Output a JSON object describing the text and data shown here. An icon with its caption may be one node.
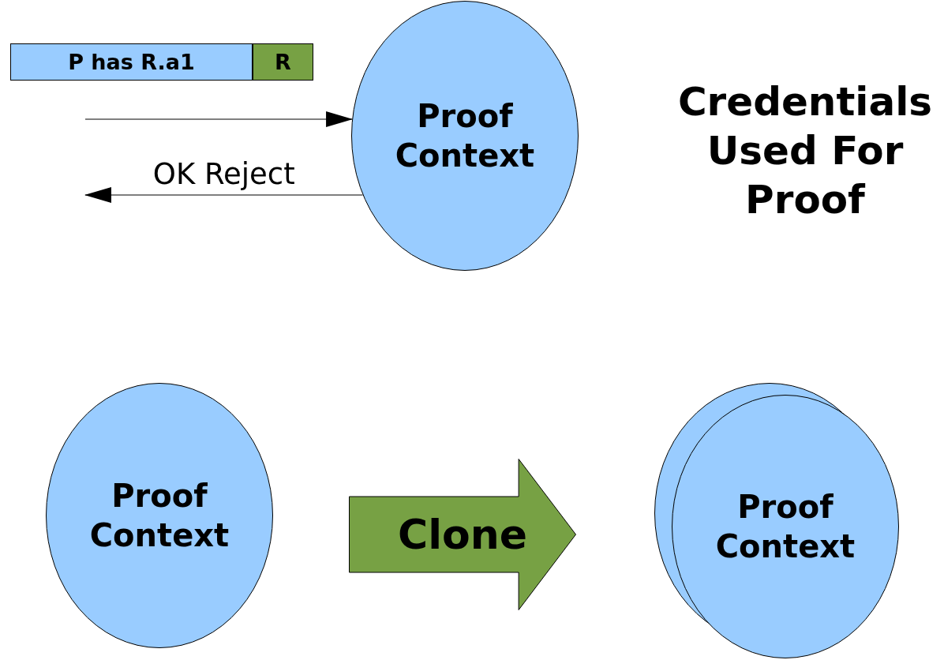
{
  "diagram": {
    "title": "Credentials Used For Proof",
    "nodes": [
      {
        "text": [
          "P has R.a1"
        ]
      },
      {
        "text": [
          "R"
        ]
      },
      {
        "text": [
          "Proof Context"
        ]
      },
      {
        "text": [
          "Proof Context"
        ]
      },
      {
        "text": [
          "Clone"
        ]
      },
      {
        "text": [],
        "shape": "ellipse"
      },
      {
        "text": [
          "Proof Context"
        ]
      }
    ],
    "edges": [
      {
        "from": null,
        "to": 2,
        "arrow": "to"
      },
      {
        "from": 2,
        "to": null,
        "arrow": "to",
        "label": "OK Reject"
      }
    ]
  }
}
